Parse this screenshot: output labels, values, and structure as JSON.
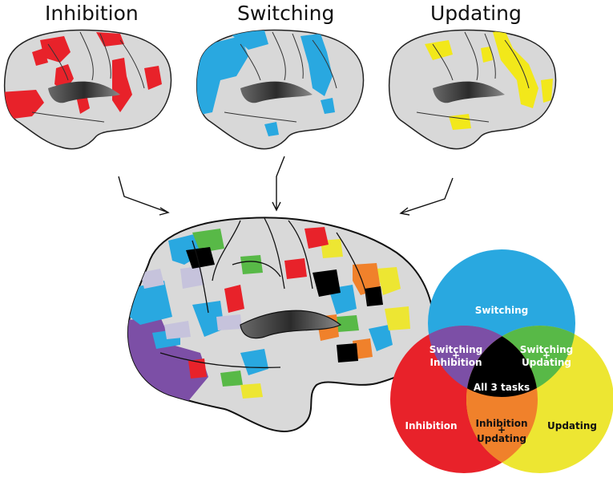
{
  "panels": [
    {
      "title": "Inhibition",
      "color": "#e41e1e"
    },
    {
      "title": "Switching",
      "color": "#2aa3df"
    },
    {
      "title": "Updating",
      "color": "#f2e81a"
    }
  ],
  "venn": {
    "switching": "Switching",
    "inhibition": "Inhibition",
    "updating": "Updating",
    "switching_plus": "Switching",
    "plus": "+",
    "switching_inhibition_bottom": "Inhibition",
    "switching_updating_bottom": "Updating",
    "all3": "All 3 tasks",
    "inhibition_updating_top": "Inhibition",
    "inhibition_updating_bottom": "Updating"
  },
  "colors": {
    "switching": "#29a8e0",
    "inhibition": "#e8222a",
    "updating": "#ede632",
    "switching_inhibition": "#7c4fa6",
    "switching_updating": "#58b947",
    "inhibition_updating": "#f0812b",
    "all3": "#000000",
    "cortex": "#d9d9d9",
    "lightblue": "#c6c3dc"
  }
}
